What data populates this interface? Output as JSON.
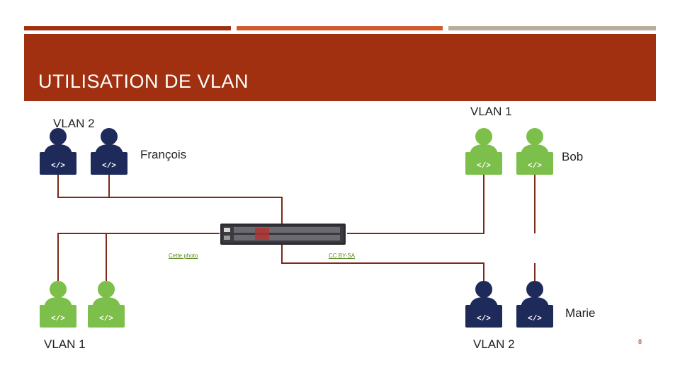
{
  "slide": {
    "title": "UTILISATION DE  VLAN",
    "page_number": "8",
    "colors": {
      "banner": "#a03010",
      "bar_1": "#a03010",
      "bar_2": "#d15a2a",
      "bar_3": "#b8ad9a",
      "line": "#7a2a18",
      "user_green": "#7cbf4a",
      "user_navy": "#1e2a5a"
    }
  },
  "labels": {
    "vlan2_top": "VLAN 2",
    "vlan1_top": "VLAN 1",
    "francois": "François",
    "bob": "Bob",
    "marie": "Marie",
    "vlan1_bottom": "VLAN 1",
    "vlan2_bottom": "VLAN 2"
  },
  "credit": {
    "photo_link": "Cette photo",
    "license_link": "CC BY-SA"
  },
  "icons": {
    "user": "developer-icon",
    "code": "</>",
    "switch": "network-switch-image"
  }
}
